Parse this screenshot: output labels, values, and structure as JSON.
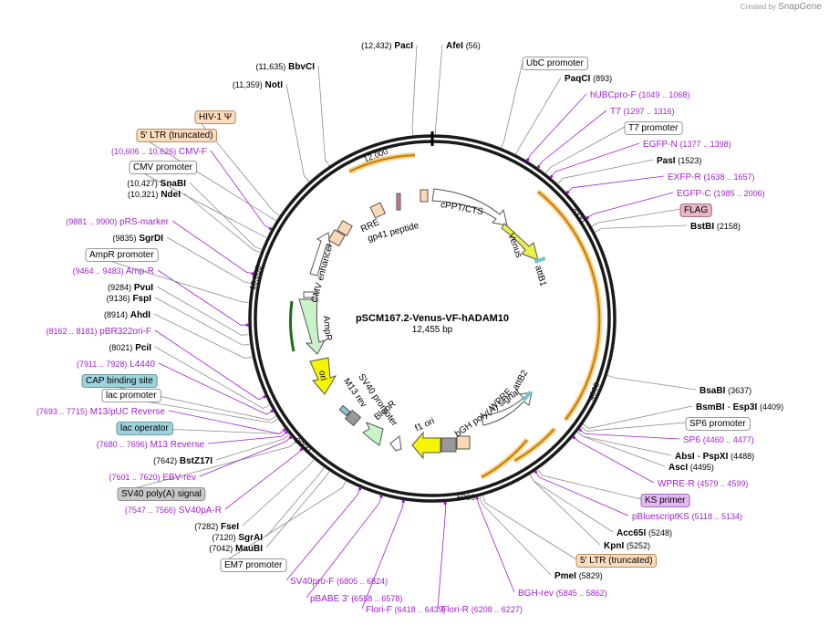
{
  "credit": {
    "prefix": "Created by",
    "brand": "SnapGene"
  },
  "plasmid": {
    "name": "pSCM167.2-Venus-VF-hADAM10",
    "size": "12,455 bp"
  },
  "ticks": [
    "12,000",
    "2000",
    "4000",
    "6000",
    "8000",
    "10,000"
  ],
  "colors": {
    "enzyme": "#000000",
    "primer": "#a020d0",
    "feature_line": "#999999",
    "arc": "#d4860b",
    "arc_glow": "#f6cf85"
  },
  "labels": [
    {
      "name": "PacI",
      "coord": "(12,432)",
      "type": "enzyme"
    },
    {
      "name": "AfeI",
      "coord": "(56)",
      "type": "enzyme"
    },
    {
      "name": "UbC promoter",
      "type": "feature"
    },
    {
      "name": "PaqCI",
      "coord": "(893)",
      "type": "enzyme"
    },
    {
      "name": "hUBCpro-F",
      "coord": "(1049 .. 1068)",
      "type": "primer"
    },
    {
      "name": "T7",
      "coord": "(1297 .. 1316)",
      "type": "primer"
    },
    {
      "name": "T7 promoter",
      "type": "feature"
    },
    {
      "name": "EGFP-N",
      "coord": "(1377 .. 1398)",
      "type": "primer"
    },
    {
      "name": "PasI",
      "coord": "(1523)",
      "type": "enzyme"
    },
    {
      "name": "EXFP-R",
      "coord": "(1638 .. 1657)",
      "type": "primer"
    },
    {
      "name": "EGFP-C",
      "coord": "(1985 .. 2006)",
      "type": "primer"
    },
    {
      "name": "FLAG",
      "type": "feature-pink"
    },
    {
      "name": "BstBI",
      "coord": "(2158)",
      "type": "enzyme"
    },
    {
      "name": "BsaBI",
      "coord": "(3637)",
      "type": "enzyme"
    },
    {
      "name": "BsmBI",
      "name2": "Esp3I",
      "coord": "(4409)",
      "type": "enzyme"
    },
    {
      "name": "SP6 promoter",
      "type": "feature"
    },
    {
      "name": "SP6",
      "coord": "(4460 .. 4477)",
      "type": "primer"
    },
    {
      "name": "AbsI",
      "name2": "PspXI",
      "coord": "(4488)",
      "type": "enzyme"
    },
    {
      "name": "AscI",
      "coord": "(4495)",
      "type": "enzyme"
    },
    {
      "name": "WPRE-R",
      "coord": "(4579 .. 4599)",
      "type": "primer"
    },
    {
      "name": "KS primer",
      "type": "feature-violet"
    },
    {
      "name": "pBluescriptKS",
      "coord": "(5118 .. 5134)",
      "type": "primer"
    },
    {
      "name": "Acc65I",
      "coord": "(5248)",
      "type": "enzyme"
    },
    {
      "name": "KpnI",
      "coord": "(5252)",
      "type": "enzyme"
    },
    {
      "name": "5' LTR (truncated)",
      "type": "feature-orange"
    },
    {
      "name": "PmeI",
      "coord": "(5829)",
      "type": "enzyme"
    },
    {
      "name": "BGH-rev",
      "coord": "(5845 .. 5862)",
      "type": "primer"
    },
    {
      "name": "Flori-R",
      "coord": "(6208 .. 6227)",
      "type": "primer"
    },
    {
      "name": "Flori-F",
      "coord": "(6418 .. 6439)",
      "type": "primer"
    },
    {
      "name": "pBABE 3'",
      "coord": "(6558 .. 6578)",
      "type": "primer"
    },
    {
      "name": "SV40pro-F",
      "coord": "(6805 .. 6824)",
      "type": "primer"
    },
    {
      "name": "EM7 promoter",
      "type": "feature"
    },
    {
      "name": "MauBI",
      "coord": "(7042)",
      "type": "enzyme"
    },
    {
      "name": "SgrAI",
      "coord": "(7120)",
      "type": "enzyme"
    },
    {
      "name": "FseI",
      "coord": "(7282)",
      "type": "enzyme"
    },
    {
      "name": "SV40pA-R",
      "coord": "(7547 .. 7566)",
      "type": "primer"
    },
    {
      "name": "SV40 poly(A) signal",
      "type": "feature-gray"
    },
    {
      "name": "EBV-rev",
      "coord": "(7601 .. 7620)",
      "type": "primer"
    },
    {
      "name": "BstZ17I",
      "coord": "(7642)",
      "type": "enzyme"
    },
    {
      "name": "M13 Reverse",
      "coord": "(7680 .. 7696)",
      "type": "primer"
    },
    {
      "name": "lac operator",
      "type": "feature-teal"
    },
    {
      "name": "M13/pUC Reverse",
      "coord": "(7693 .. 7715)",
      "type": "primer"
    },
    {
      "name": "lac promoter",
      "type": "feature"
    },
    {
      "name": "CAP binding site",
      "type": "feature-teal"
    },
    {
      "name": "L4440",
      "coord": "(7911 .. 7928)",
      "type": "primer"
    },
    {
      "name": "PciI",
      "coord": "(8021)",
      "type": "enzyme"
    },
    {
      "name": "pBR322ori-F",
      "coord": "(8162 .. 8181)",
      "type": "primer"
    },
    {
      "name": "AhdI",
      "coord": "(8914)",
      "type": "enzyme"
    },
    {
      "name": "FspI",
      "coord": "(9136)",
      "type": "enzyme"
    },
    {
      "name": "PvuI",
      "coord": "(9284)",
      "type": "enzyme"
    },
    {
      "name": "Amp-R",
      "coord": "(9464 .. 9483)",
      "type": "primer"
    },
    {
      "name": "AmpR promoter",
      "type": "feature"
    },
    {
      "name": "SgrDI",
      "coord": "(9835)",
      "type": "enzyme"
    },
    {
      "name": "pRS-marker",
      "coord": "(9881 .. 9900)",
      "type": "primer"
    },
    {
      "name": "NdeI",
      "coord": "(10,321)",
      "type": "enzyme"
    },
    {
      "name": "SnaBI",
      "coord": "(10,427)",
      "type": "enzyme"
    },
    {
      "name": "CMV promoter",
      "type": "feature"
    },
    {
      "name": "CMV-F",
      "coord": "(10,606 .. 10,626)",
      "type": "primer"
    },
    {
      "name": "5' LTR (truncated)",
      "type": "feature-orange"
    },
    {
      "name": "HIV-1 Ψ",
      "type": "feature-orange"
    },
    {
      "name": "NotI",
      "coord": "(11,359)",
      "type": "enzyme"
    },
    {
      "name": "BbvCI",
      "coord": "(11,635)",
      "type": "enzyme"
    }
  ],
  "inner_labels": [
    "RRE",
    "gp41 peptide",
    "cPPT/CTS",
    "Venus",
    "attB1",
    "CMV enhancer",
    "AmpR",
    "ori",
    "SV40 promoter",
    "M13 rev",
    "BleoR",
    "f1 ori",
    "bGH poly(A) signal",
    "WPRE",
    "attB2"
  ]
}
